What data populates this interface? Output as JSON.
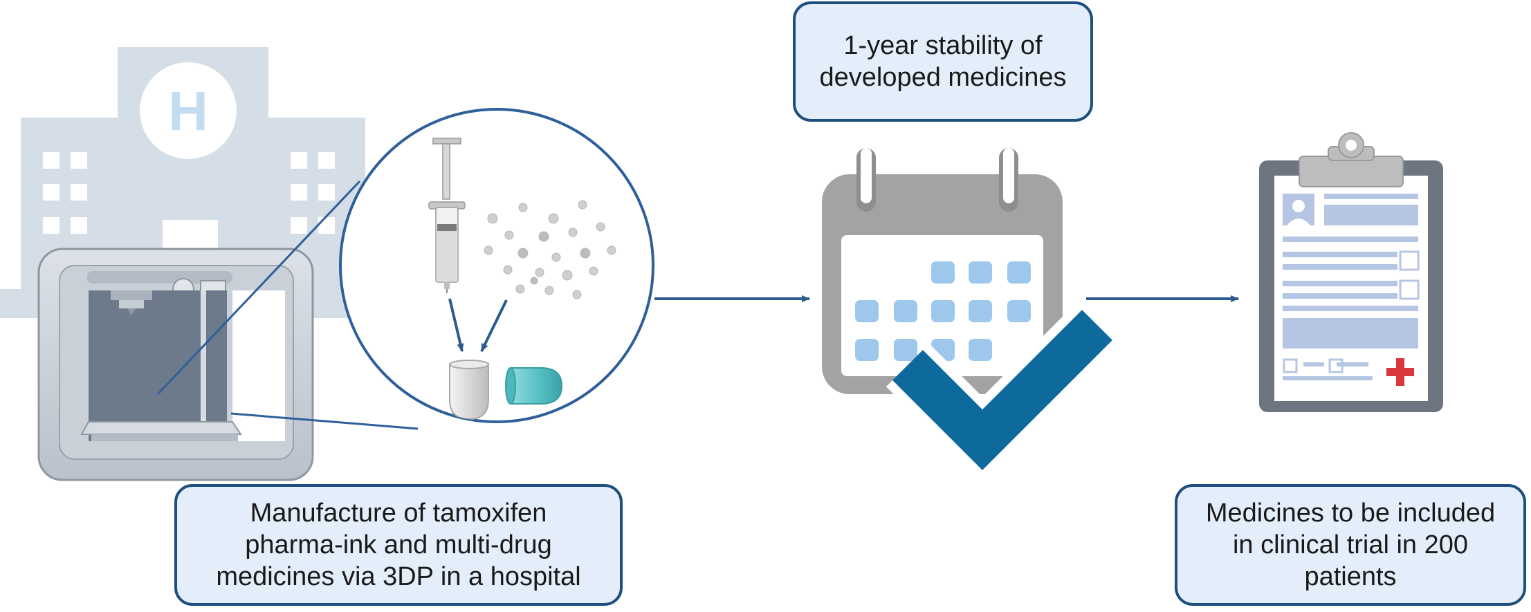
{
  "captions": {
    "stability": {
      "lines": [
        "1-year stability of",
        "developed medicines"
      ]
    },
    "manufacture": {
      "lines": [
        "Manufacture of tamoxifen",
        "pharma-ink and multi-drug",
        "medicines via 3DP in a hospital"
      ]
    },
    "trial": {
      "lines": [
        "Medicines to be included",
        "in clinical trial in 200",
        "patients"
      ]
    }
  },
  "icons": {
    "hospital_letter": "H",
    "hospital": "hospital-building-icon",
    "printer": "3d-printer-icon",
    "magnifier": "magnified-detail-circle",
    "syringe": "syringe-icon",
    "powder": "powder-particles-icon",
    "capsule": "capsule-icon",
    "calendar": "calendar-icon",
    "checkmark": "checkmark-icon",
    "clipboard": "clipboard-report-icon"
  },
  "colors": {
    "arrow": "#2b5b8f",
    "box_fill": "#e3eefa",
    "box_border": "#1d4e7e",
    "hospital": "#d5dde6",
    "calendar_gray": "#a3a3a3",
    "calendar_cell": "#9dc8ec",
    "check": "#0e6a9c",
    "capsule_teal": "#5cc3c7",
    "report_block": "#b4c6e3",
    "medical_cross": "#d9373c"
  }
}
